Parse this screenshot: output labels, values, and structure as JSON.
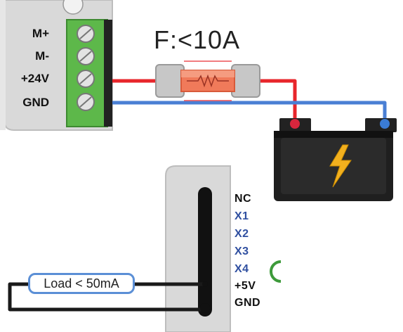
{
  "motor_terminal": {
    "labels": [
      "M+",
      "M-",
      "+24V",
      "GND"
    ]
  },
  "fuse": {
    "label": "F:<10A"
  },
  "battery": {
    "icon": "lightning-bolt-icon"
  },
  "io_terminal": {
    "pins": [
      {
        "label": "NC",
        "color": "#111111"
      },
      {
        "label": "X1",
        "color": "#2f4fa0"
      },
      {
        "label": "X2",
        "color": "#2f4fa0"
      },
      {
        "label": "X3",
        "color": "#2f4fa0"
      },
      {
        "label": "X4",
        "color": "#2f4fa0"
      },
      {
        "label": "+5V",
        "color": "#111111"
      },
      {
        "label": "GND",
        "color": "#111111"
      }
    ]
  },
  "load": {
    "label": "Load < 50mA"
  },
  "colors": {
    "positive_wire": "#e8262b",
    "negative_wire": "#4a7fd4",
    "signal_wire": "#1a1a1a",
    "terminal_block": "#5db84a",
    "housing": "#dcdcdc"
  }
}
